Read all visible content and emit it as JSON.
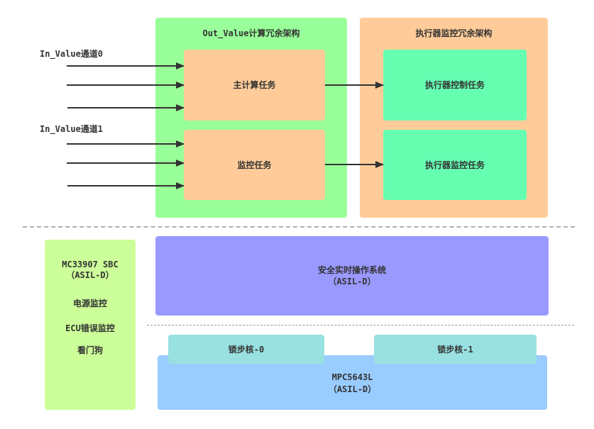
{
  "colors": {
    "compute_container": "#99FF99",
    "actuator_container": "#FFCC99",
    "task_box": "#FFCC99",
    "actuator_task_box": "#66FFB2",
    "sbc_box": "#CCFF99",
    "rtos_box": "#9999FF",
    "core_box": "#99E0E0",
    "mcu_box": "#99CCFF",
    "arrow": "#333333",
    "text": "#333333"
  },
  "inputs": {
    "channel0": "In_Value通道0",
    "channel1": "In_Value通道1"
  },
  "compute_arch": {
    "title": "Out_Value计算冗余架构",
    "main_task": "主计算任务",
    "monitor_task": "监控任务"
  },
  "actuator_arch": {
    "title": "执行器监控冗余架构",
    "control_task": "执行器控制任务",
    "monitor_task": "执行器监控任务"
  },
  "sbc": {
    "name": "MC33907 SBC",
    "asil": "（ASIL-D）",
    "functions": [
      "电源监控",
      "ECU错误监控",
      "看门狗"
    ]
  },
  "rtos": {
    "name": "安全实时操作系统",
    "asil": "（ASIL-D）"
  },
  "mcu": {
    "name": "MPC5643L",
    "asil": "（ASIL-D）",
    "cores": [
      "锁步核-0",
      "锁步核-1"
    ]
  }
}
